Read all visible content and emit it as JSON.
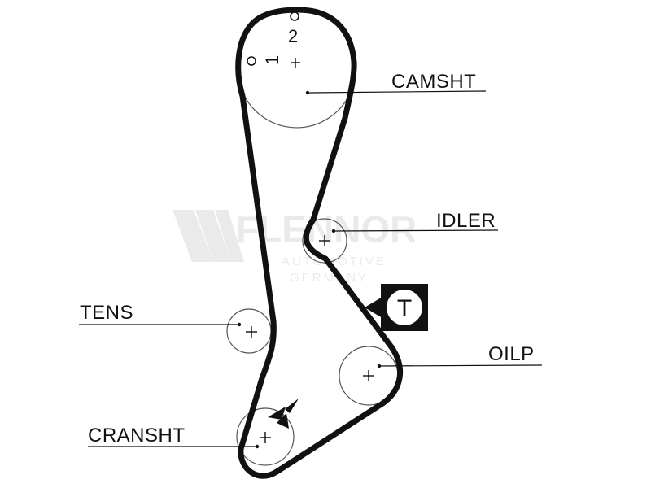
{
  "diagram": {
    "labels": {
      "camshaft": "CAMSHT",
      "idler": "IDLER",
      "tensioner": "TENS",
      "oil_pump": "OILP",
      "crankshaft": "CRANSHT"
    },
    "timing_marks": {
      "mark_2": "2",
      "mark_1": "1"
    },
    "tension_symbol": "T"
  },
  "watermark": {
    "brand": "FLENNOR",
    "line1": "AUTOMOTIVE",
    "line2": "GERMANY"
  },
  "colors": {
    "belt": "#111111",
    "pulley_outline": "#555555",
    "watermark": "#000000"
  }
}
